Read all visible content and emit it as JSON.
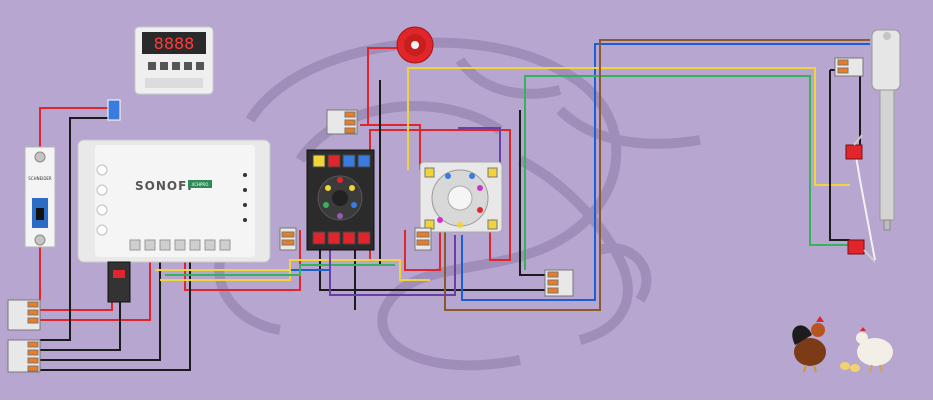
{
  "colors": {
    "background": "#b7a6cf",
    "watermark": "#8f7ba8",
    "wire_red": "#e0262b",
    "wire_black": "#1b1b1b",
    "wire_blue": "#1d5fd1",
    "wire_yellow": "#f0d43a",
    "wire_green": "#35b25c",
    "wire_brown": "#8a5a2b",
    "wire_purple": "#6a3fa8",
    "wire_white": "#f2f2f2"
  },
  "timer": {
    "display": "8888",
    "icon": "digital-timer-icon"
  },
  "breaker": {
    "label": "SCHNEIDER",
    "icon": "circuit-breaker-icon"
  },
  "controller": {
    "brand": "SONOFF",
    "model": "4CHPRO",
    "icon": "smart-relay-icon"
  },
  "siren": {
    "icon": "siren-icon"
  },
  "relay_socket_1": {
    "icon": "relay-socket-icon"
  },
  "relay_socket_2": {
    "icon": "relay-socket-icon"
  },
  "actuator": {
    "icon": "linear-actuator-icon"
  },
  "limit_switches": {
    "icon": "limit-switch-icon"
  },
  "power_plug": {
    "icon": "plug-adapter-icon"
  },
  "chickens": {
    "icon": "rooster-hen-icon"
  },
  "connectors": {
    "icon": "wago-connector-icon"
  }
}
